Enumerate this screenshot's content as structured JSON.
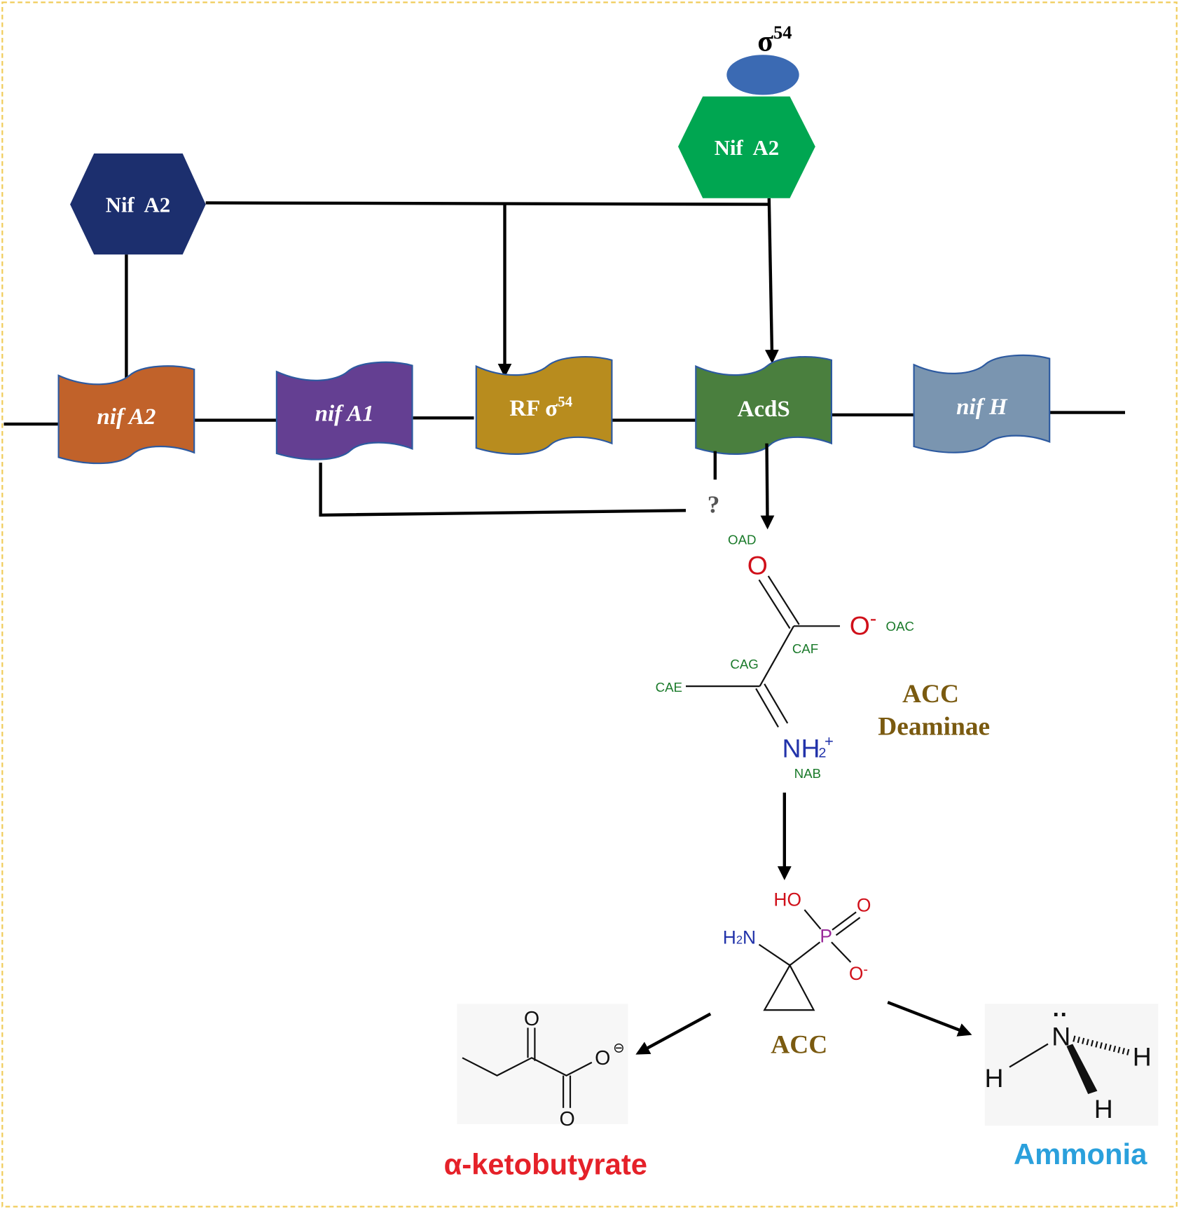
{
  "title": "NifA2 regulation of AcdS and ACC deamination pathway",
  "colors": {
    "nifa2_protein": "#1c2f6e",
    "nifa2_sigma_protein": "#00a651",
    "sigma54": "#3b6ab3",
    "gene_nifA2": "#c1622a",
    "gene_nifA1": "#643f92",
    "gene_rf": "#b88c1e",
    "gene_acds": "#4a7f3e",
    "gene_nifH": "#7a95b0",
    "deaminase_label": "#7a5a10",
    "ketobutyrate_label": "#e52129",
    "ammonia_label": "#2aa0dc"
  },
  "proteins": {
    "nifa2_left": "Nif  A2",
    "nifa2_right": "Nif  A2",
    "sigma_symbol": "σ",
    "sigma_sup": "54"
  },
  "genes": [
    {
      "label": "nif A2",
      "italic": true
    },
    {
      "label": "nif A1",
      "italic": true
    },
    {
      "label": "RF σ",
      "sup": "54",
      "italic": false
    },
    {
      "label": "AcdS",
      "italic": false
    },
    {
      "label": "nif H",
      "italic": true
    }
  ],
  "unknown_link": "?",
  "intermediate": {
    "atoms": {
      "oad": "OAD",
      "o": "O",
      "o_minus": "O",
      "minus": "-",
      "oac": "OAC",
      "caf": "CAF",
      "cag": "CAG",
      "cae": "CAE",
      "nh": "NH",
      "sub2": "2",
      "plus": "+",
      "nab": "NAB"
    }
  },
  "enzyme_label": [
    "ACC",
    "Deaminae"
  ],
  "acc": {
    "label": "ACC",
    "atoms": {
      "ho": "HO",
      "o": "O",
      "h2n_h": "H",
      "h2n_2": "2",
      "h2n_n": "N",
      "p": "P",
      "o_minus": "O",
      "minus": "-"
    }
  },
  "ketobutyrate": {
    "label": "α-ketobutyrate",
    "atoms": {
      "o_top": "O",
      "o_minus": "O",
      "charge": "⊖",
      "o_bottom": "O"
    }
  },
  "ammonia": {
    "label": "Ammonia",
    "atoms": {
      "n": "N",
      "dots": "··",
      "h_left": "H",
      "h_right": "H",
      "h_bottom": "H"
    }
  }
}
